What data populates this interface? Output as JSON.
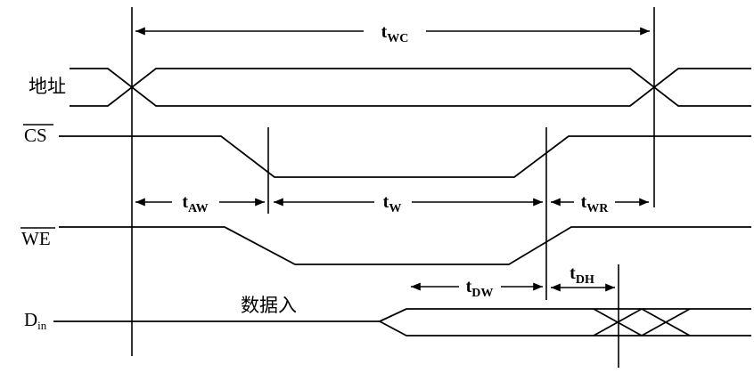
{
  "labels": {
    "address": "地址",
    "cs": "CS",
    "we": "WE",
    "din_base": "D",
    "din_sub": "in",
    "data_in": "数据入"
  },
  "timings": {
    "twc": {
      "base": "t",
      "sub": "WC"
    },
    "taw": {
      "base": "t",
      "sub": "AW"
    },
    "tw": {
      "base": "t",
      "sub": "W"
    },
    "twr": {
      "base": "t",
      "sub": "WR"
    },
    "tdw": {
      "base": "t",
      "sub": "DW"
    },
    "tdh": {
      "base": "t",
      "sub": "DH"
    }
  },
  "colors": {
    "line": "#000000",
    "background": "#ffffff"
  }
}
